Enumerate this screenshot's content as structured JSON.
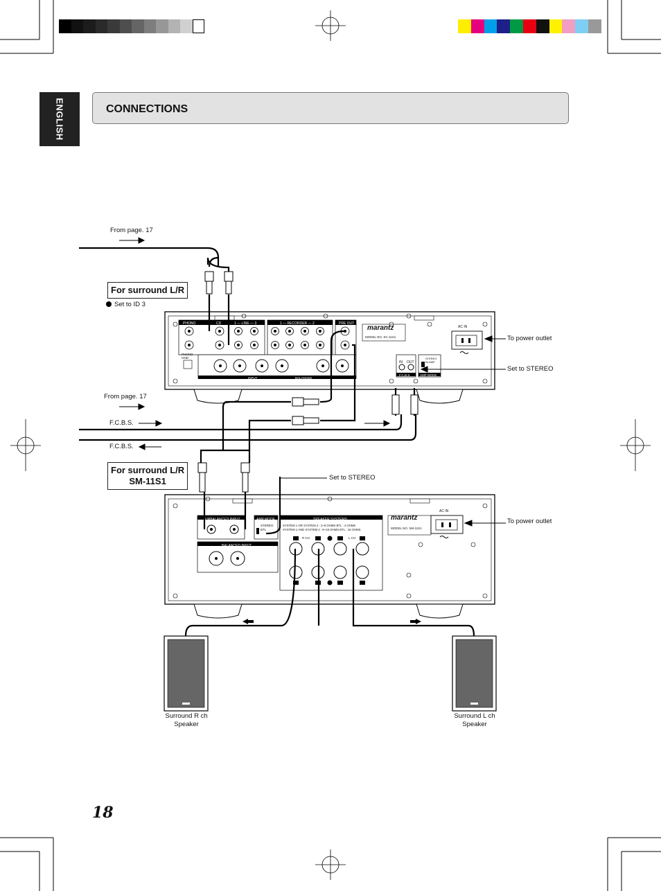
{
  "language_tab": "ENGLISH",
  "section_title": "CONNECTIONS",
  "page_number": "18",
  "labels": {
    "from_page_top": "From page. 17",
    "from_page_mid": "From page. 17",
    "surround_box_1": "For surround L/R",
    "set_id": "Set to ID 3",
    "fcbs_out": "F.C.B.S.",
    "fcbs_in": "F.C.B.S.",
    "surround_box_2_line1": "For surround L/R",
    "surround_box_2_line2": "SM-11S1",
    "set_stereo_top": "Set to STEREO",
    "set_stereo_amp": "Set to STEREO",
    "power_outlet_1": "To power outlet",
    "power_outlet_2": "To power outlet",
    "speaker_r": "Surround R ch",
    "speaker_r_2": "Speaker",
    "speaker_l": "Surround L ch",
    "speaker_l_2": "Speaker"
  },
  "preamp_panel": {
    "brand": "marantz",
    "model": "MODEL NO.  SC-11S1",
    "phono": "PHONO",
    "cd": "CD",
    "line": "1 — LINE — 3",
    "recorder": "1 — RECORDER — 2",
    "pre_out": "PRE OUT",
    "ac_in": "AC IN",
    "phono_gnd": "PHONO GND",
    "in": "IN",
    "out": "OUT",
    "fcbs": "F.C.B.S.",
    "stereo_biamp": "STEREO BI-AMP",
    "amp_mode": "AMP MODE",
    "balanced": "BALANCED",
    "input": "INPUT"
  },
  "amp_panel": {
    "brand": "marantz",
    "model": "MODEL NO.  SM-11S1",
    "unbalanced_input": "UNBALANCED INPUT",
    "balanced_input": "BALANCED INPUT",
    "amp_mode": "AMP MODE",
    "stereo": "STEREO",
    "btl": "BTL",
    "speaker_systems": "SPEAKER SYSTEMS",
    "spec_line1": "SYSTEM 1  OR  SYSTEM 2 : 4~8  OHMS    BTL : 4  OHMS",
    "spec_line2": "SYSTEM 1  AND  SYSTEM 2 : 8~16  OHMS   BTL : 16  OHMS",
    "r_ch": "R CH",
    "l_ch": "L CH",
    "ac_in": "AC IN"
  },
  "colors": {
    "gray_bar": [
      "#000000",
      "#111111",
      "#1c1c1c",
      "#2a2a2a",
      "#3a3a3a",
      "#4e4e4e",
      "#656565",
      "#7d7d7d",
      "#979797",
      "#b3b3b3",
      "#d0d0d0",
      "#ffffff"
    ],
    "color_bar": [
      "#ffee00",
      "#e6007e",
      "#00a0e9",
      "#1d2088",
      "#009944",
      "#e60012",
      "#111111",
      "#fff100",
      "#f19ec2",
      "#7fcef4",
      "#999999"
    ],
    "header_bg": "#e2e2e2",
    "speaker_body": "#666666"
  }
}
